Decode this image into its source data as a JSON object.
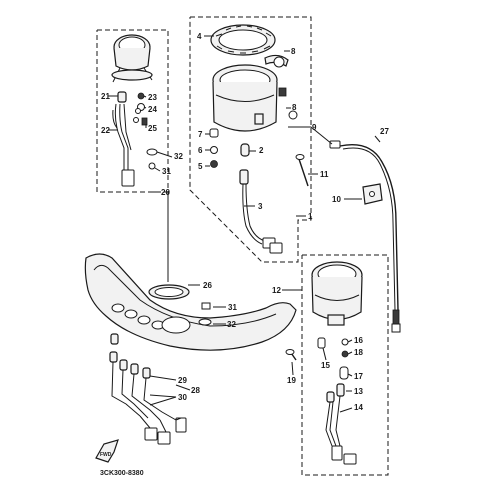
{
  "callouts": {
    "c1": "1",
    "c2": "2",
    "c3": "3",
    "c4": "4",
    "c5": "5",
    "c6": "6",
    "c7": "7",
    "c8": "8",
    "c8b": "8",
    "c9": "9",
    "c10": "10",
    "c11": "11",
    "c12": "12",
    "c13": "13",
    "c14": "14",
    "c15": "15",
    "c16": "16",
    "c17": "17",
    "c18": "18",
    "c19": "19",
    "c20": "20",
    "c21": "21",
    "c22": "22",
    "c23": "23",
    "c24": "24",
    "c25": "25",
    "c26": "26",
    "c27": "27",
    "c28": "28",
    "c29": "29",
    "c30": "30",
    "c31": "31",
    "c31b": "31",
    "c32": "32",
    "c32b": "32"
  },
  "direction_marker": "FWD",
  "diagram_code": "3CK300-8380"
}
